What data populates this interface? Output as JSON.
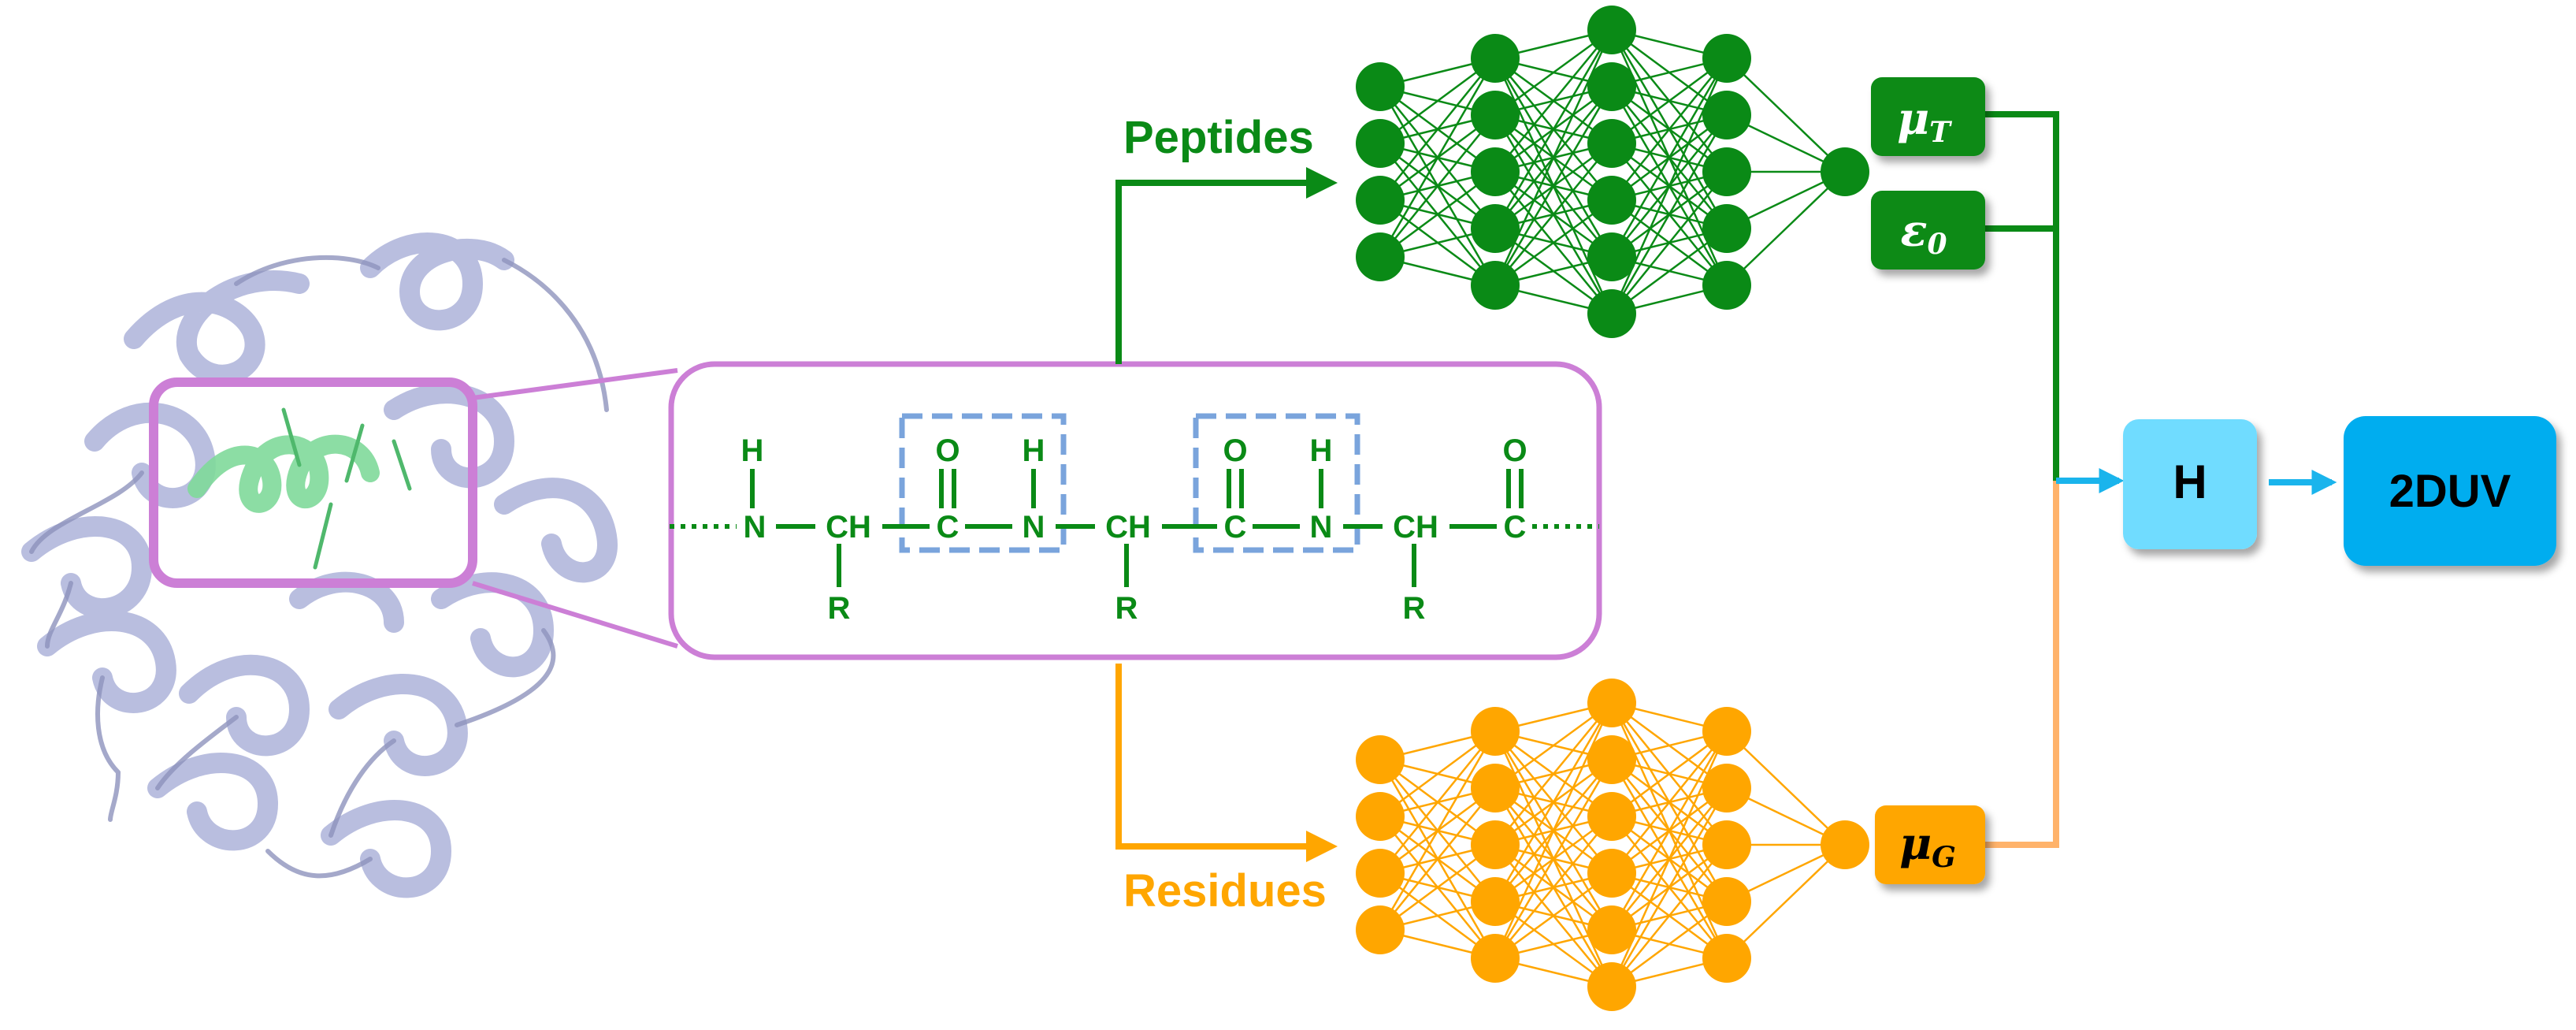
{
  "colors": {
    "green": "#0a8a16",
    "orange": "#ffa600",
    "orange_line": "#ffb36b",
    "purple": "#cc7fd6",
    "dashed_blue": "#7aa4dc",
    "protein": "#b9bedf",
    "protein_dark": "#8e93bd",
    "helix_green": "#7fd99a",
    "cyan": "#1ab4ec",
    "box_H": "#6fdcff",
    "box_2duv": "#00adef",
    "white": "#ffffff",
    "black": "#000000"
  },
  "icons": {
    "protein": "protein-ribbon-icon",
    "network": "neural-network-icon"
  },
  "branches": {
    "peptides": {
      "label": "Peptides"
    },
    "residues": {
      "label": "Residues"
    }
  },
  "molecule": {
    "atoms": {
      "H": "H",
      "N": "N",
      "CH": "CH",
      "C": "C",
      "O": "O",
      "R": "R"
    }
  },
  "outputs": {
    "mu_t": {
      "symbol": "μ",
      "subscript": "T"
    },
    "eps0": {
      "symbol": "ε",
      "subscript": "0"
    },
    "mu_g": {
      "symbol": "μ",
      "subscript": "G"
    }
  },
  "blocks": {
    "hamiltonian": {
      "label": "H"
    },
    "spectrum": {
      "label": "2DUV"
    }
  }
}
